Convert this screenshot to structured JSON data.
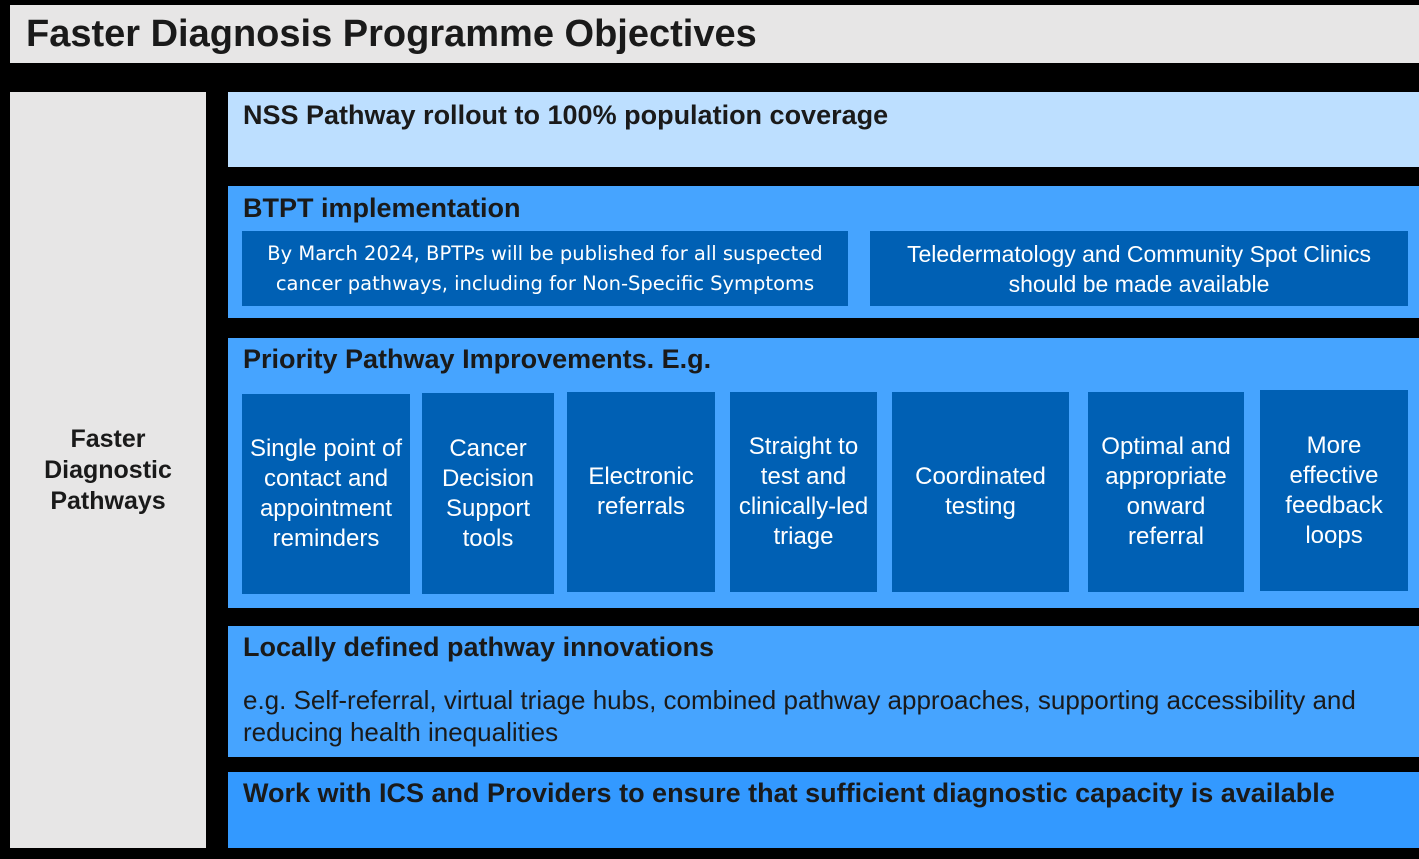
{
  "title": "Faster Diagnosis Programme Objectives",
  "left_panel": {
    "label": "Faster Diagnostic Pathways"
  },
  "bands": {
    "nss": {
      "title": "NSS Pathway rollout to 100% population coverage"
    },
    "btpt": {
      "title": "BTPT implementation",
      "boxes": [
        "By March 2024, BPTPs will be published for all suspected cancer pathways, including for Non-Specific Symptoms",
        "Teledermatology and Community Spot Clinics should be made available"
      ]
    },
    "priority": {
      "title": "Priority Pathway Improvements. E.g.",
      "boxes": [
        "Single point of contact and appointment reminders",
        "Cancer Decision Support tools",
        "Electronic referrals",
        "Straight to test and clinically-led triage",
        "Coordinated testing",
        "Optimal and appropriate onward referral",
        "More effective feedback loops"
      ]
    },
    "local": {
      "title": "Locally defined pathway innovations",
      "body": "e.g. Self-referral, virtual triage hubs, combined pathway approaches, supporting accessibility and reducing health inequalities"
    },
    "ics": {
      "title": "Work with ICS and Providers to ensure that sufficient diagnostic capacity is available"
    }
  },
  "colors": {
    "background": "#000000",
    "grey_panel": "#e7e6e6",
    "light_blue": "#bddfff",
    "mid_blue": "#46a4ff",
    "dark_blue": "#0060b4"
  }
}
